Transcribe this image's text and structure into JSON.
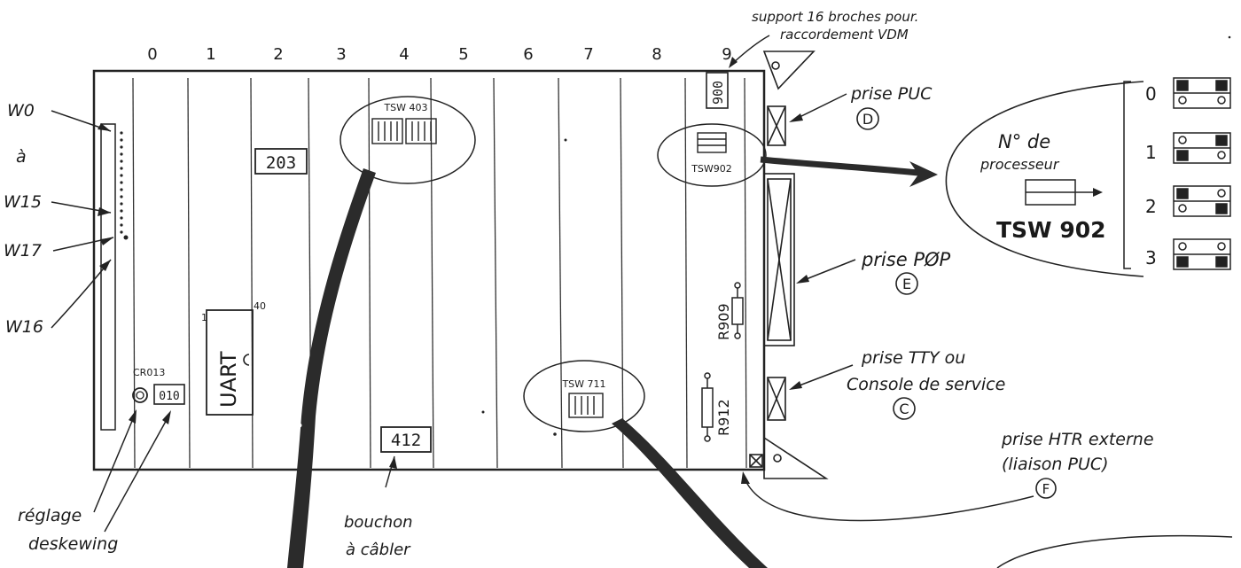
{
  "columns": [
    "0",
    "1",
    "2",
    "3",
    "4",
    "5",
    "6",
    "7",
    "8",
    "9"
  ],
  "components": {
    "c203": "203",
    "c900": "900",
    "c010": "010",
    "c412": "412",
    "uart": "UART",
    "uart_pin1": "1",
    "uart_pin40": "40",
    "cr013": "CR013",
    "tsw403": "TSW 403",
    "tsw902": "TSW902",
    "tsw711": "TSW 711",
    "r909": "R909",
    "r912": "R912"
  },
  "left_labels": {
    "w0": "W0",
    "a": "à",
    "w15": "W15",
    "w17": "W17",
    "w16": "W16"
  },
  "annotations": {
    "support_line1": "support 16 broches pour.",
    "support_line2": "raccordement VDM",
    "puc": "prise PUC",
    "puc_letter": "D",
    "pop": "prise PØP",
    "pop_letter": "E",
    "tty_line1": "prise TTY ou",
    "tty_line2": "Console de service",
    "tty_letter": "C",
    "htr_line1": "prise HTR externe",
    "htr_line2": "(liaison PUC)",
    "htr_letter": "F",
    "reglage": "réglage",
    "deskewing": "deskewing",
    "bouchon": "bouchon",
    "cabler": "à câbler"
  },
  "processor_inset": {
    "title_line1": "N° de",
    "title_line2": "processeur",
    "switch_name": "TSW 902",
    "numbers": [
      "0",
      "1",
      "2",
      "3"
    ]
  }
}
